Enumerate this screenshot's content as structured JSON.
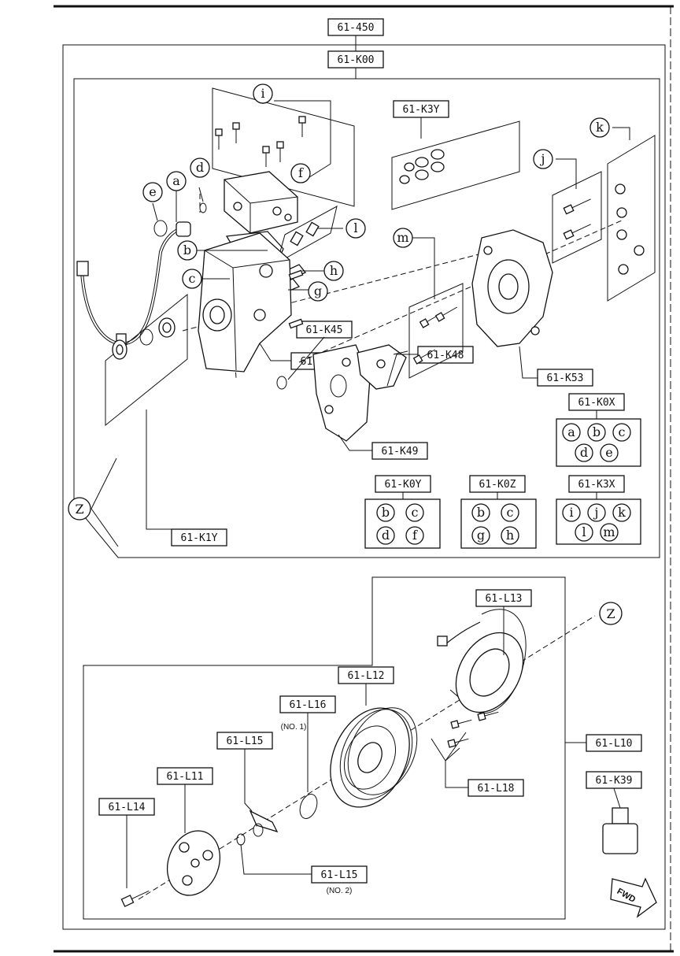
{
  "labels": {
    "top": "61-450",
    "group": "61-K00",
    "k3y": "61-K3Y",
    "k45": "61-K45",
    "k48": "61-K48",
    "k49": "61-K49",
    "k53": "61-K53",
    "k2y": "61-K2Y",
    "k1y": "61-K1Y",
    "k0x": "61-K0X",
    "k0y": "61-K0Y",
    "k0z": "61-K0Z",
    "k3x": "61-K3X",
    "l13": "61-L13",
    "l12": "61-L12",
    "l16": "61-L16",
    "l15a": "61-L15",
    "l15b": "61-L15",
    "l11": "61-L11",
    "l14": "61-L14",
    "l18": "61-L18",
    "l10": "61-L10",
    "k39": "61-K39"
  },
  "notes": {
    "no1": "(NO. 1)",
    "no2": "(NO. 2)"
  },
  "fwd": "FWD",
  "callouts": {
    "a": "a",
    "b": "b",
    "c": "c",
    "d": "d",
    "e": "e",
    "f": "f",
    "g": "g",
    "h": "h",
    "i": "i",
    "j": "j",
    "k": "k",
    "l": "l",
    "m": "m",
    "z": "Z"
  },
  "kits": {
    "k0x": [
      "a",
      "b",
      "c",
      "d",
      "e"
    ],
    "k0y": [
      "b",
      "c",
      "d",
      "f"
    ],
    "k0z": [
      "b",
      "c",
      "g",
      "h"
    ],
    "k3x": [
      "i",
      "j",
      "k",
      "l",
      "m"
    ]
  }
}
